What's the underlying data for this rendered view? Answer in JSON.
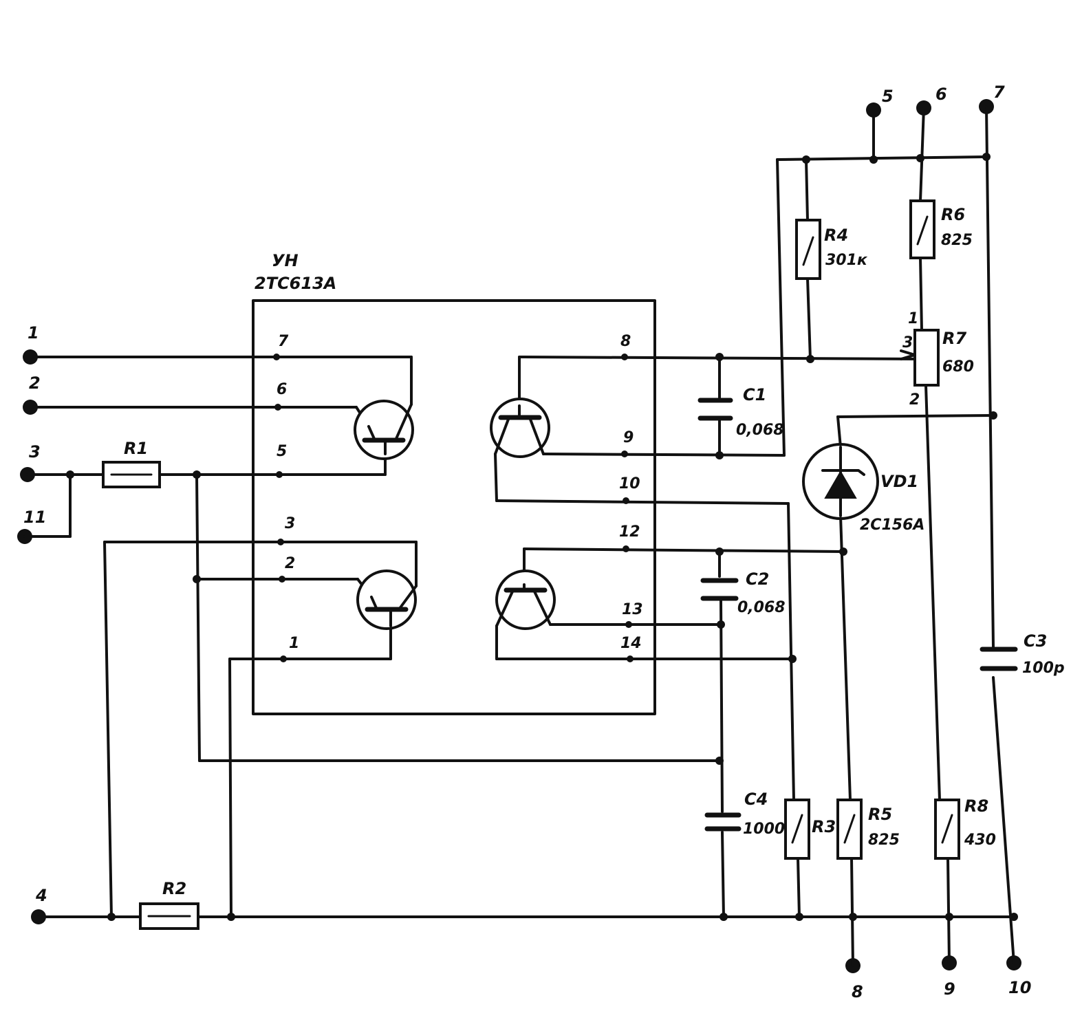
{
  "module": {
    "ref": "УН",
    "type": "2ТС613А"
  },
  "terminals": [
    "1",
    "2",
    "3",
    "11",
    "4",
    "5",
    "6",
    "7",
    "8",
    "9",
    "10"
  ],
  "module_pins": [
    "7",
    "6",
    "5",
    "3",
    "2",
    "1",
    "8",
    "9",
    "10",
    "12",
    "13",
    "14"
  ],
  "components": {
    "R1": {
      "ref": "R1",
      "value": ""
    },
    "R2": {
      "ref": "R2",
      "value": ""
    },
    "R3": {
      "ref": "R3",
      "value": ""
    },
    "R4": {
      "ref": "R4",
      "value": "301к"
    },
    "R5": {
      "ref": "R5",
      "value": "825"
    },
    "R6": {
      "ref": "R6",
      "value": "825"
    },
    "R7": {
      "ref": "R7",
      "value": "680"
    },
    "R8": {
      "ref": "R8",
      "value": "430"
    },
    "C1": {
      "ref": "C1",
      "value": "0,068"
    },
    "C2": {
      "ref": "C2",
      "value": "0,068"
    },
    "C3": {
      "ref": "C3",
      "value": "100р"
    },
    "C4": {
      "ref": "C4",
      "value": "1000"
    },
    "VD1": {
      "ref": "VD1",
      "value": "2С156А"
    }
  },
  "r7_pins": [
    "1",
    "3",
    "2"
  ]
}
